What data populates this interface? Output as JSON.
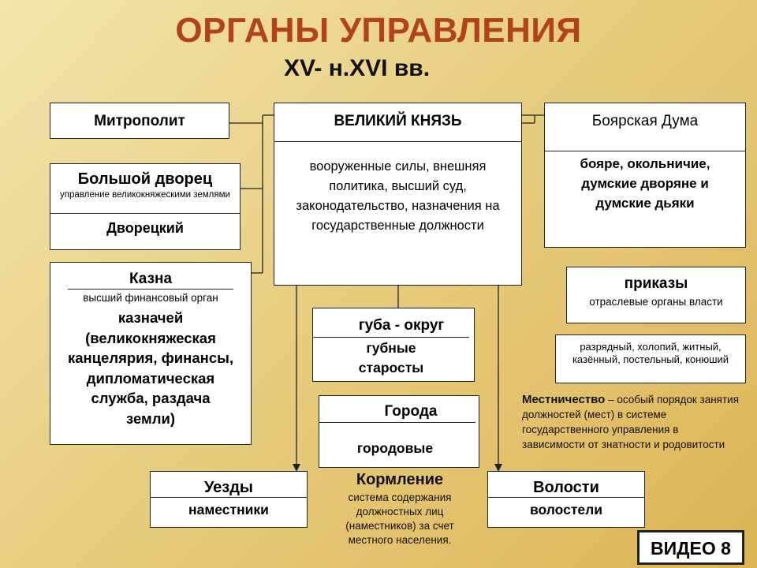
{
  "title": "ОРГАНЫ УПРАВЛЕНИЯ",
  "subtitle": "XV- н.XVI вв.",
  "metropolitan": {
    "label": "Митрополит"
  },
  "grand_prince": {
    "label": "ВЕЛИКИЙ КНЯЗЬ",
    "duties": "вооруженные силы, внешняя политика, высший суд, законодательство, назначения на государственные должности"
  },
  "boyar_duma": {
    "label": "Боярская Дума",
    "members": "бояре, окольничие, думские дворяне и думские дьяки"
  },
  "big_palace": {
    "label": "Большой дворец",
    "desc": "управление великокняжескими землями",
    "official": "Дворецкий"
  },
  "treasury": {
    "label": "Казна",
    "desc": "высший финансовый орган",
    "official": "казначей (великокняжеская канцелярия, финансы, дипломатическая служба, раздача земли)"
  },
  "prikazy": {
    "label": "приказы",
    "desc": "отраслевые органы власти",
    "list": "разрядный, холопий, житный, казённый, постельный, конюший"
  },
  "guba": {
    "label": "губа - округ",
    "official": "губные старосты"
  },
  "cities": {
    "label": "Города",
    "official": "городовые"
  },
  "uezdy": {
    "label": "Уезды",
    "official": "наместники"
  },
  "volosti": {
    "label": "Волости",
    "official": "волостели"
  },
  "kormlenie": {
    "label": "Кормление",
    "desc": "система содержания должностных лиц (наместников) за счет местного населения."
  },
  "mestnichestvo": {
    "term": "Местничество",
    "desc": " – особый порядок занятия должностей (мест) в системе государственного управления в зависимости от знатности и родовитости"
  },
  "video_button": {
    "label": "ВИДЕО 8"
  }
}
